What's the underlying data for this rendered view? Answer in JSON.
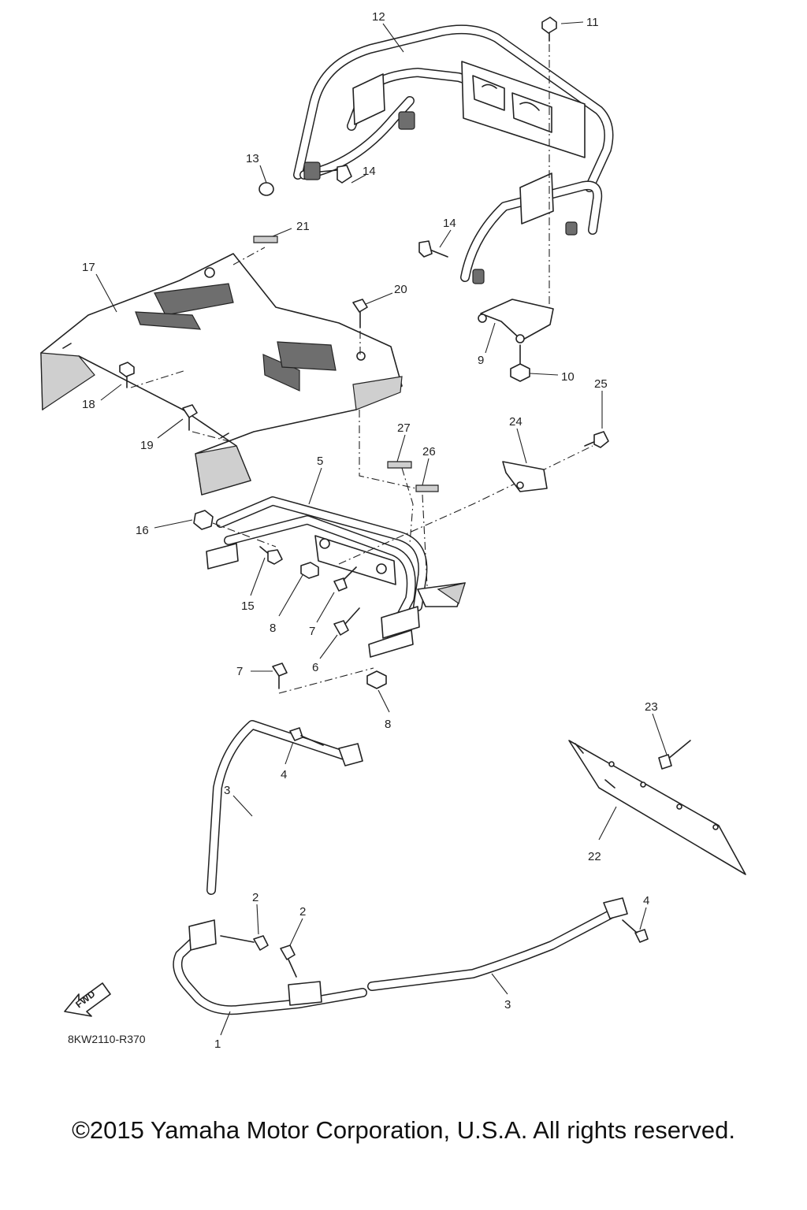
{
  "diagram": {
    "drawing_code": "8KW2110-R370",
    "fwd_label": "FWD",
    "copyright": "©2015 Yamaha Motor Corporation, U.S.A. All rights reserved.",
    "callouts": [
      {
        "id": "c12",
        "num": "12"
      },
      {
        "id": "c11",
        "num": "11"
      },
      {
        "id": "c13",
        "num": "13"
      },
      {
        "id": "c14a",
        "num": "14"
      },
      {
        "id": "c14b",
        "num": "14"
      },
      {
        "id": "c21",
        "num": "21"
      },
      {
        "id": "c17",
        "num": "17"
      },
      {
        "id": "c20",
        "num": "20"
      },
      {
        "id": "c9",
        "num": "9"
      },
      {
        "id": "c10",
        "num": "10"
      },
      {
        "id": "c18",
        "num": "18"
      },
      {
        "id": "c19",
        "num": "19"
      },
      {
        "id": "c25",
        "num": "25"
      },
      {
        "id": "c24",
        "num": "24"
      },
      {
        "id": "c27",
        "num": "27"
      },
      {
        "id": "c26",
        "num": "26"
      },
      {
        "id": "c5",
        "num": "5"
      },
      {
        "id": "c16",
        "num": "16"
      },
      {
        "id": "c15",
        "num": "15"
      },
      {
        "id": "c8a",
        "num": "8"
      },
      {
        "id": "c7a",
        "num": "7"
      },
      {
        "id": "c6",
        "num": "6"
      },
      {
        "id": "c7b",
        "num": "7"
      },
      {
        "id": "c8b",
        "num": "8"
      },
      {
        "id": "c23",
        "num": "23"
      },
      {
        "id": "c4a",
        "num": "4"
      },
      {
        "id": "c3a",
        "num": "3"
      },
      {
        "id": "c22",
        "num": "22"
      },
      {
        "id": "c2a",
        "num": "2"
      },
      {
        "id": "c2b",
        "num": "2"
      },
      {
        "id": "c4b",
        "num": "4"
      },
      {
        "id": "c3b",
        "num": "3"
      },
      {
        "id": "c1",
        "num": "1"
      }
    ]
  }
}
